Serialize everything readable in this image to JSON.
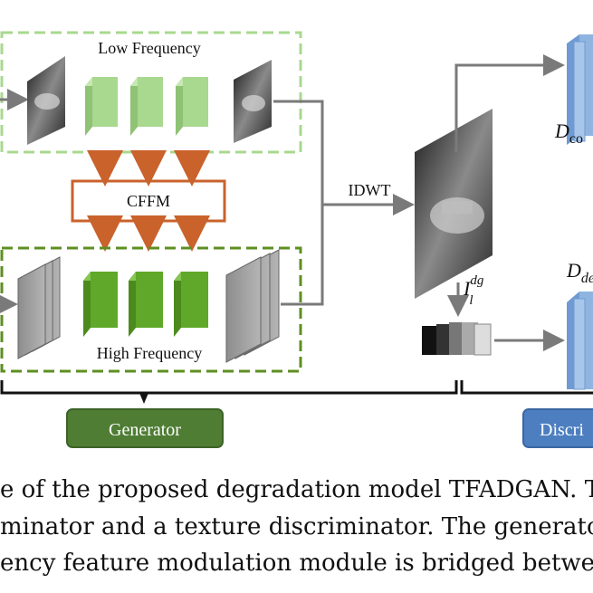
{
  "diagram": {
    "low_frequency_label": "Low Frequency",
    "high_frequency_label": "High Frequency",
    "cffm_label": "CFFM",
    "idwt_label": "IDWT",
    "d_content_label": "D",
    "d_content_sub": "co",
    "d_degradation_label": "D",
    "d_degradation_sub": "de",
    "image_label_main": "I",
    "image_label_sup": "dg",
    "image_label_sub": "l",
    "generator_label": "Generator",
    "discriminator_label": "Discri",
    "colors": {
      "low_freq_block": "#a9d88f",
      "high_freq_block": "#5fa829",
      "cffm_border": "#c9622b",
      "arrow_orange": "#c9622b",
      "low_border": "#a9d88f",
      "high_border": "#5e8f22",
      "generator_fill": "#4f7d34",
      "discriminator_fill": "#4d7fc0",
      "disc_block": "#8fb4e0"
    }
  },
  "caption": {
    "line1": "e of the proposed degradation model TFADGAN. T",
    "line2": "minator and a texture discriminator. The generator use",
    "line3": "ency feature modulation module is bridged betweer"
  }
}
